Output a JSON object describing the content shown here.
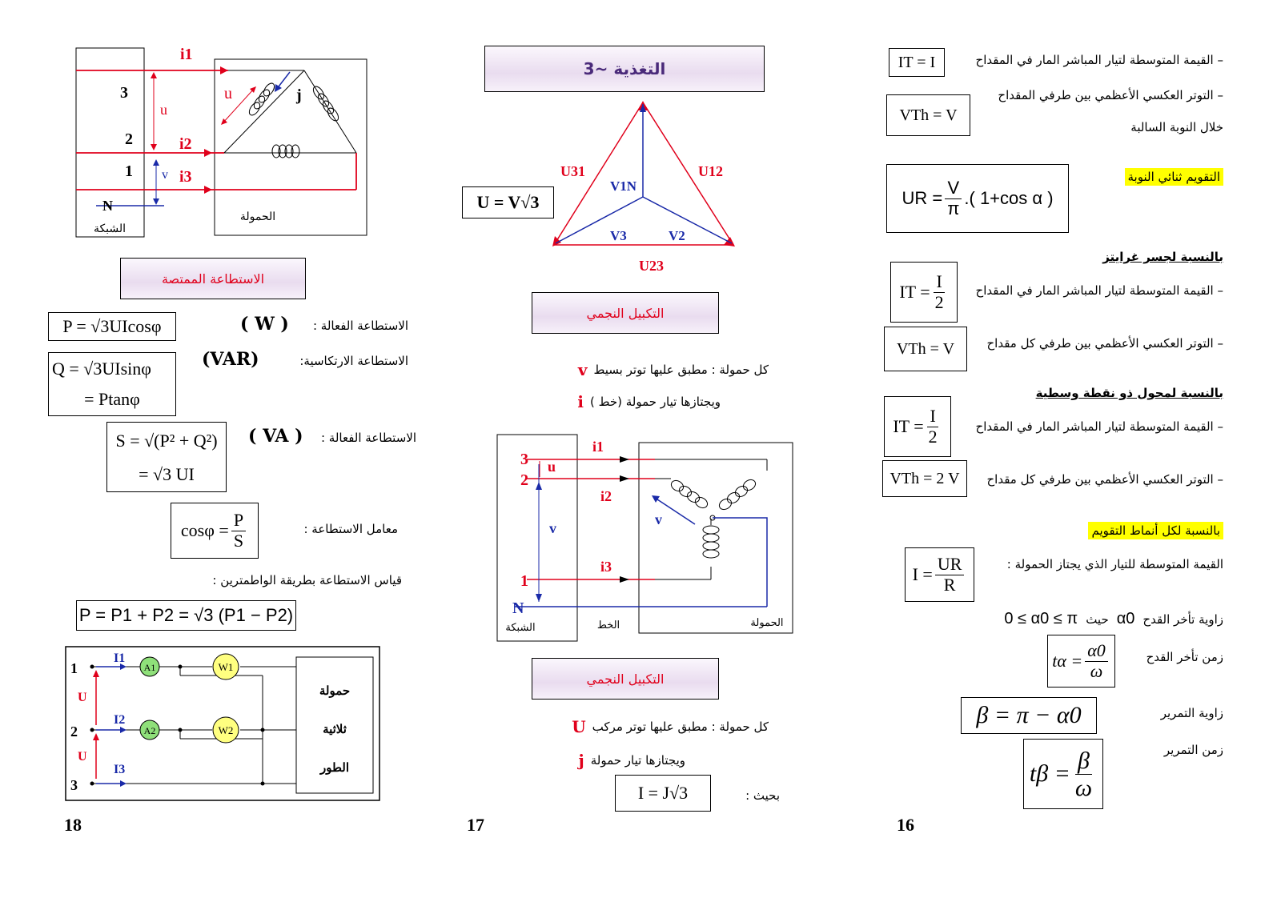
{
  "page_numbers": {
    "left": "18",
    "middle": "17",
    "right": "16"
  },
  "left": {
    "diagram1": {
      "grid": "الشبكة",
      "load": "الحمولة",
      "n": "N",
      "l1": "1",
      "l2": "2",
      "l3": "3",
      "i1": "i1",
      "i2": "i2",
      "i3": "i3",
      "u": "u",
      "v": "v",
      "u_load": "u",
      "j": "j"
    },
    "title": "الاستطاعة الممتصة",
    "p_label": "الاستطاعة الفعالة :",
    "p_unit": "( W )",
    "p_formula": "P = √3UIcosφ",
    "q_label": "الاستطاعة الارتكاسية:",
    "q_unit": "(VAR)",
    "q_formula1": "Q = √3UIsinφ",
    "q_formula2": "= Ptanφ",
    "s_label": "الاستطاعة الفعالة :",
    "s_unit": "( VA )",
    "s_formula1": "S = √(P² + Q²)",
    "s_formula2": "= √3 UI",
    "pf_label": "معامل الاستطاعة :",
    "pf_lhs": "cosφ =",
    "pf_num": "P",
    "pf_den": "S",
    "meas_label": "قياس الاستطاعة بطريقة الواطمترين :",
    "meas_formula": "P = P1 + P2 = √3 (P1 − P2)",
    "diagram2": {
      "n1": "1",
      "n2": "2",
      "n3": "3",
      "I1": "I1",
      "I2": "I2",
      "I3": "I3",
      "U1": "U",
      "U2": "U",
      "A1": "A1",
      "A2": "A2",
      "W1": "W1",
      "W2": "W2",
      "load_l1": "حمولة",
      "load_l2": "ثلاثية",
      "load_l3": "الطور"
    }
  },
  "middle": {
    "title": "التغذية ~3",
    "u_formula": "U = V√3",
    "triangle": {
      "u31": "U31",
      "u12": "U12",
      "u23": "U23",
      "v1n": "V1N",
      "v2": "V2",
      "v3": "V3"
    },
    "star_title1": "التكبيل النجمي",
    "star_line1_text": "كل حمولة : مطبق عليها توتر بسيط",
    "star_line1_sym": "v",
    "star_line2_text": "ويجتازها تيار حمولة (خط )",
    "star_line2_sym": "i",
    "diagram": {
      "l3": "3",
      "l2": "2",
      "l1": "1",
      "n": "N",
      "u": "u",
      "v": "v",
      "v_load": "v",
      "i1": "i1",
      "i2": "i2",
      "i3": "i3",
      "grid": "الشبكة",
      "line": "الخط",
      "load": "الحمولة"
    },
    "star_title2": "التكبيل النجمي",
    "delta_line1_text": "كل حمولة : مطبق عليها توتر مركب",
    "delta_line1_sym": "U",
    "delta_line2_text": "ويجتازها تيار حمولة",
    "delta_line2_sym": "j",
    "where": "بحيث :",
    "i_formula": "I = J√3"
  },
  "right": {
    "r1": "– القيمة المتوسطة لتيار المباشر المار في المقداح",
    "f1": "IT = I",
    "r2": "– التوتر العكسي الأعظمي بين طرفي المقداح",
    "r2b": "خلال النوبة السالبة",
    "f2": "VTh = V",
    "h1": "التقويم ثنائي النوبة",
    "f3_lhs": "UR =",
    "f3_num": "V",
    "f3_den": "π",
    "f3_rest": ".( 1+cos α )",
    "h2": "بالنسبة لجسر غرايتز",
    "r3": "– القيمة المتوسطة لتيار المباشر المار في المقداح",
    "f4_lhs": "IT =",
    "f4_num": "I",
    "f4_den": "2",
    "r4": "– التوتر العكسي الأعظمي بين طرفي كل مقداح",
    "f5": "VTh = V",
    "h3": "بالنسبة لمحول ذو نقطة وسطية",
    "r5": "– القيمة المتوسطة لتيار المباشر المار في المقداح",
    "f6_lhs": "IT =",
    "f6_num": "I",
    "f6_den": "2",
    "r6": "– التوتر العكسي الأعظمي بين طرفي كل مقداح",
    "f7": "VTh = 2 V",
    "h4": "بالنسبة لكل أنماط التقويم",
    "r7": "القيمة المتوسطة للتيار الذي يجتاز الحمولة :",
    "f8_lhs": "I =",
    "f8_num": "UR",
    "f8_den": "R",
    "r8": "زاوية تأخر القدح",
    "r8_alpha": "α0",
    "r8_where": "حيث",
    "r8_range": "0 ≤ α0 ≤ π",
    "r9": "زمن تأخر القدح",
    "f9_lhs": "tα =",
    "f9_num": "α0",
    "f9_den": "ω",
    "r10": "زاوية التمرير",
    "f10": "β = π − α0",
    "r11": "زمن التمرير",
    "f11_lhs": "tβ =",
    "f11_num": "β",
    "f11_den": "ω"
  }
}
